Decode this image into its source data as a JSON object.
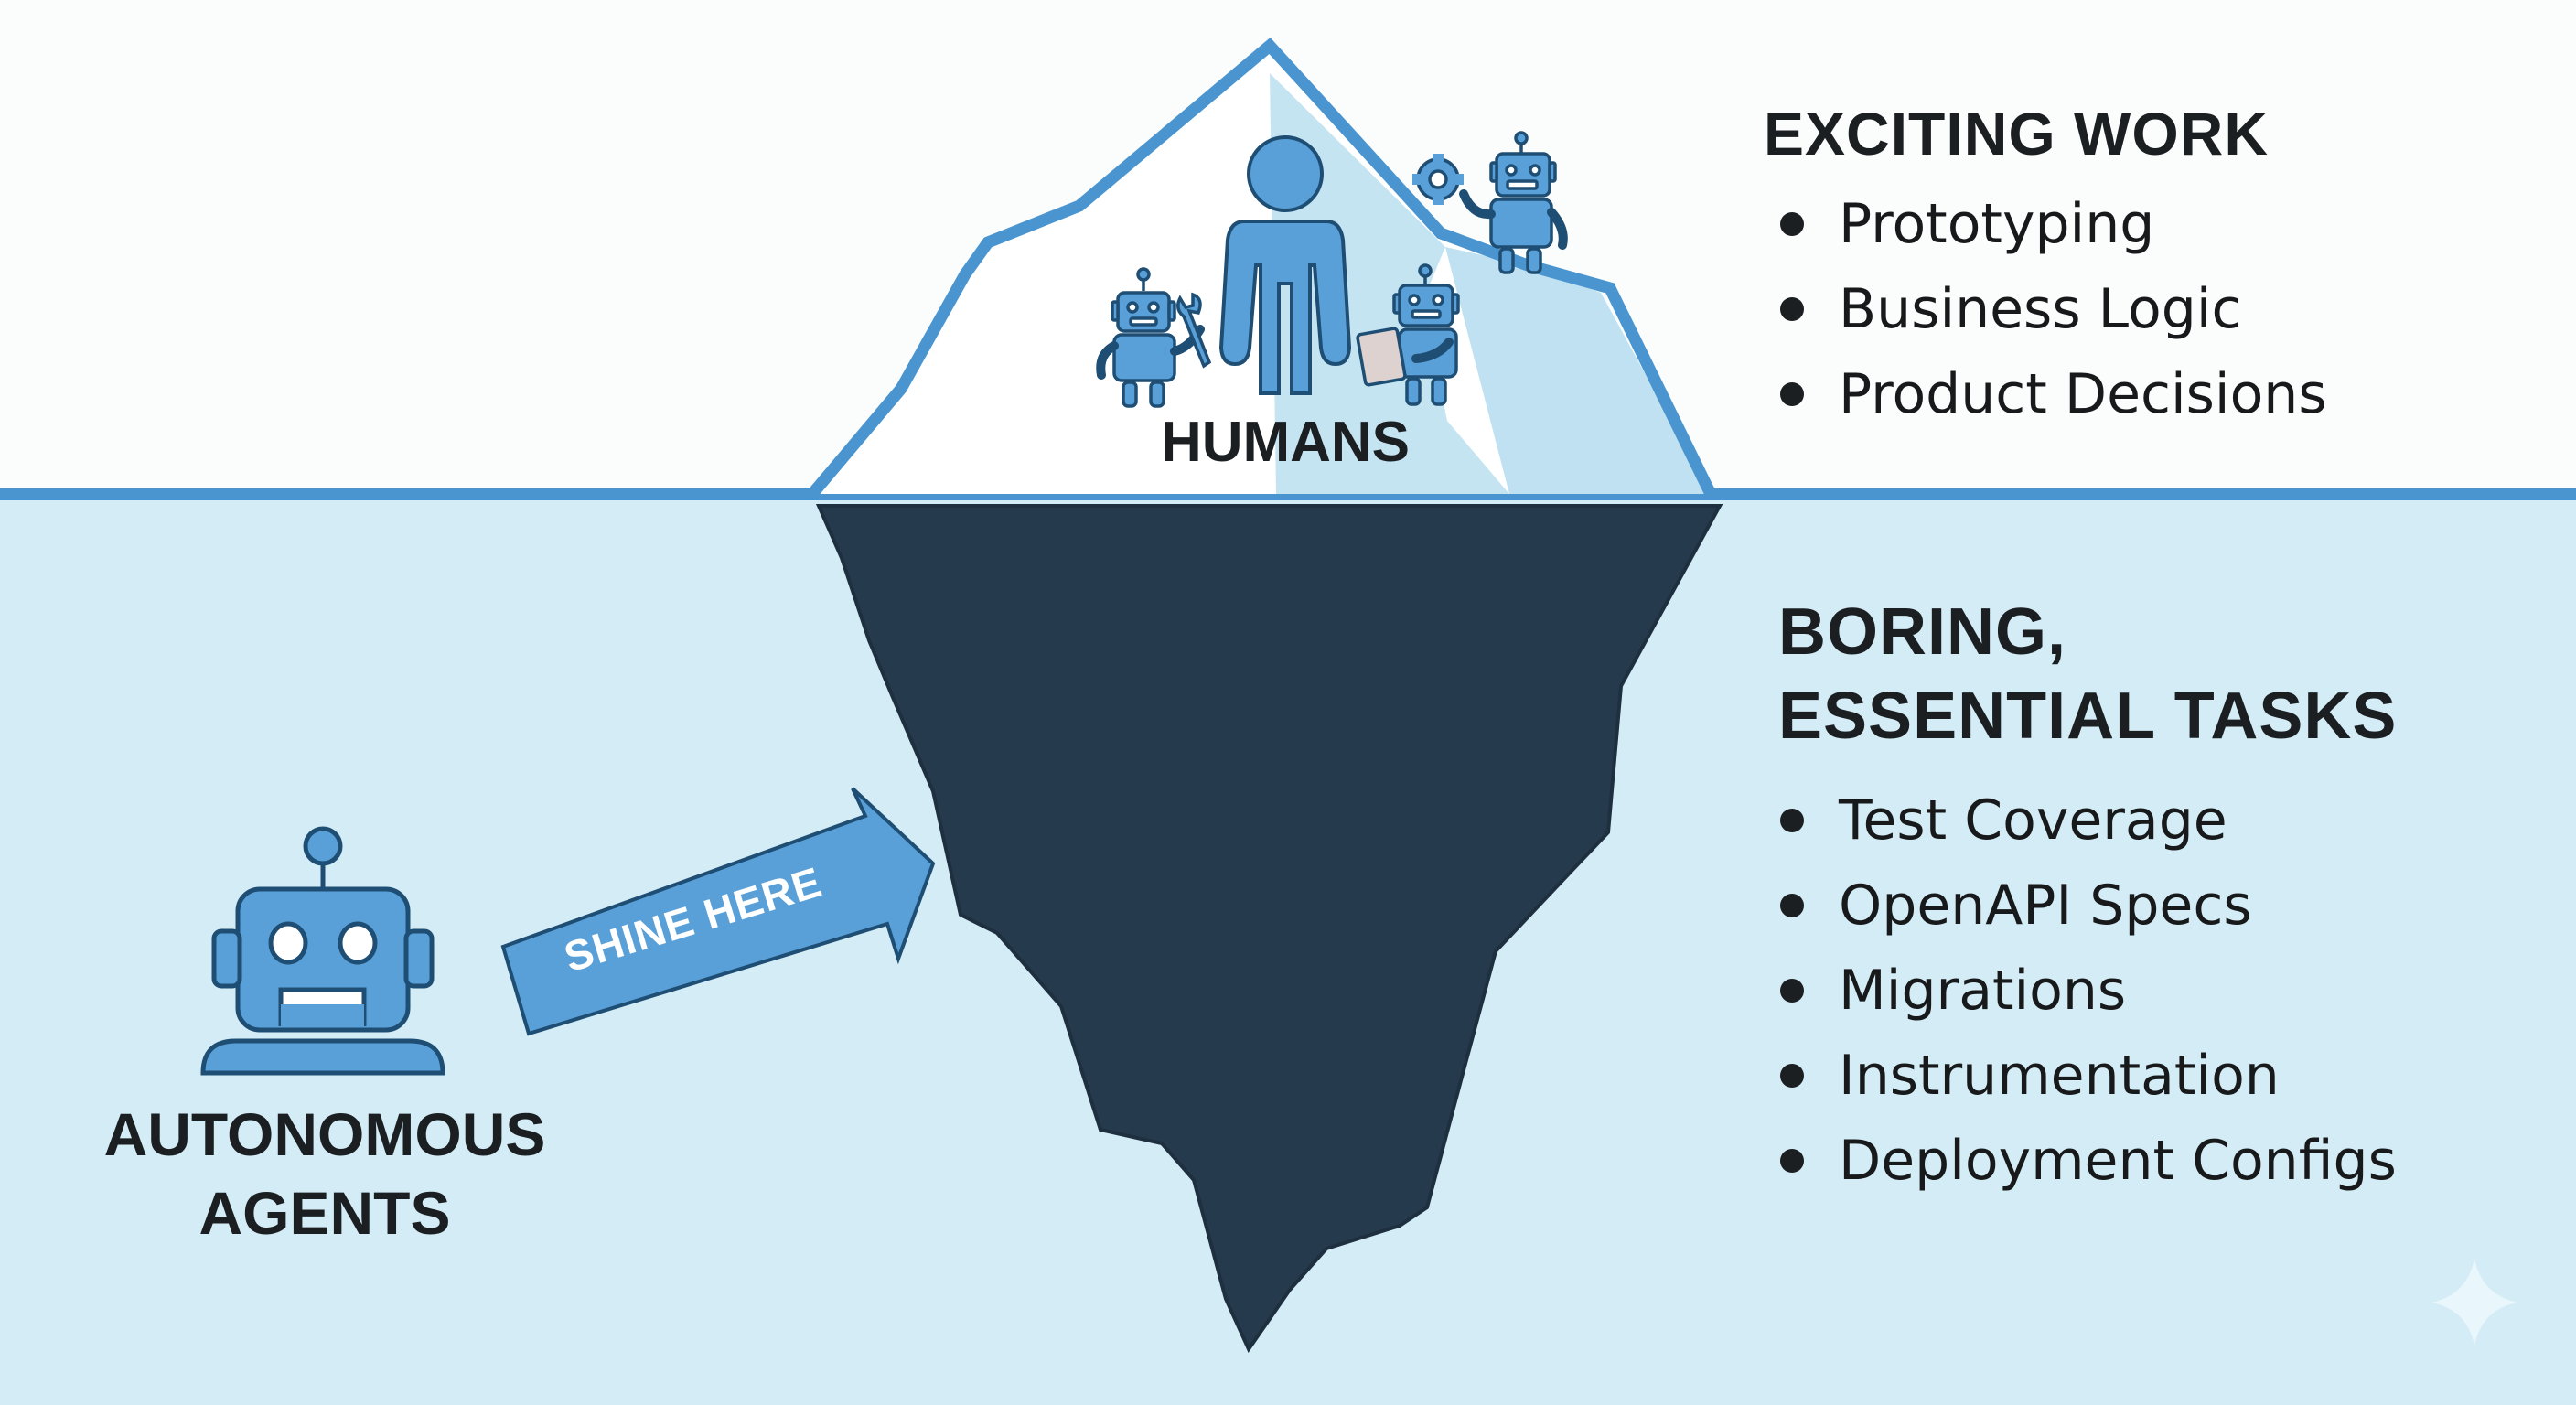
{
  "diagram": {
    "type": "iceberg",
    "colors": {
      "sky": "#fbfcfc",
      "sea": "#d3ecf5",
      "waterline": "#4a95cf",
      "iceberg_tip_outline": "#4a95cf",
      "iceberg_tip_shade": "#bfe1f1",
      "iceberg_underwater": "#263a4d",
      "icon_fill": "#5aa0d8",
      "icon_stroke": "#1f4e74",
      "text": "#1c1f22"
    },
    "above_water": {
      "label": "HUMANS",
      "heading": "EXCITING WORK",
      "items": [
        "Prototyping",
        "Business Logic",
        "Product Decisions"
      ]
    },
    "below_water": {
      "heading_line1": "BORING,",
      "heading_line2": "ESSENTIAL TASKS",
      "items": [
        "Test Coverage",
        "OpenAPI Specs",
        "Migrations",
        "Instrumentation",
        "Deployment Configs"
      ]
    },
    "agents": {
      "label_line1": "AUTONOMOUS",
      "label_line2": "AGENTS",
      "arrow_text": "SHINE HERE"
    },
    "icons": [
      "person-icon",
      "robot-wrench-icon",
      "robot-gear-icon",
      "robot-tablet-icon",
      "robot-head-icon",
      "arrow-icon",
      "sparkle-icon"
    ]
  }
}
